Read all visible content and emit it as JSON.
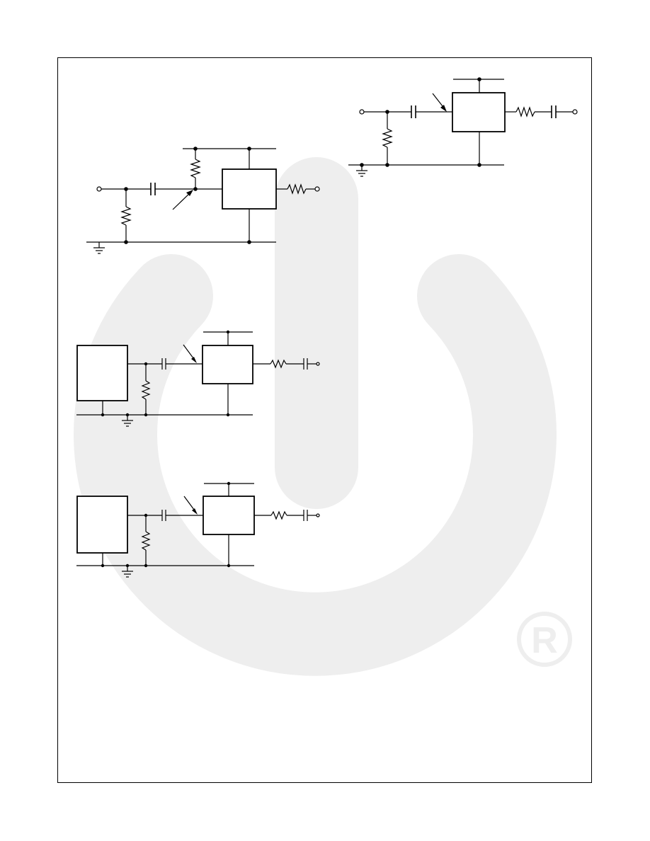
{
  "watermark": {
    "name": "power-symbol-watermark",
    "registered_mark": "R",
    "color": "#eeeeee"
  },
  "diagram": {
    "circuits": [
      {
        "id": "circuit-a",
        "label": ""
      },
      {
        "id": "circuit-b",
        "label": ""
      },
      {
        "id": "circuit-c",
        "label": ""
      },
      {
        "id": "circuit-d",
        "label": ""
      }
    ]
  }
}
